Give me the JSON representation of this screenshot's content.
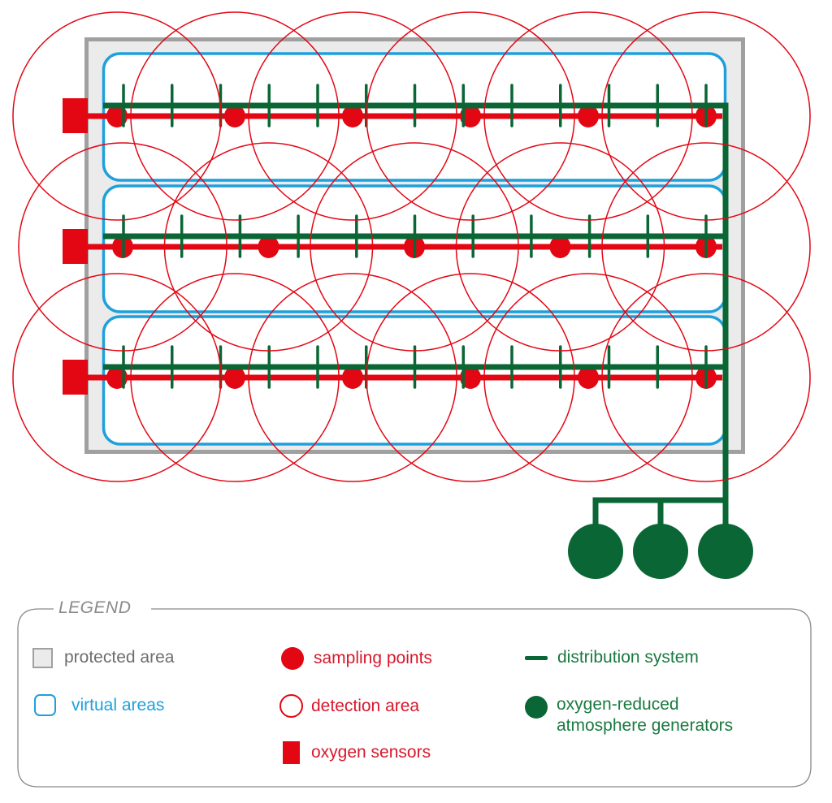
{
  "diagram": {
    "colors": {
      "protected_fill": "#ebebeb",
      "protected_stroke": "#a0a0a0",
      "virtual": "#1ea0dc",
      "red": "#e30613",
      "green": "#0a6634",
      "legend_border": "#8a8a8a"
    },
    "protected_area": {
      "count": 1
    },
    "virtual_areas": {
      "count": 3
    },
    "rows": [
      {
        "name": "row-1",
        "sampling_points": 6,
        "distribution_nozzles": 13,
        "detection_areas": 6,
        "oxygen_sensor": true
      },
      {
        "name": "row-2",
        "sampling_points": 5,
        "distribution_nozzles": 11,
        "detection_areas": 5,
        "oxygen_sensor": true
      },
      {
        "name": "row-3",
        "sampling_points": 6,
        "distribution_nozzles": 13,
        "detection_areas": 6,
        "oxygen_sensor": true
      }
    ],
    "generators": {
      "count": 3
    }
  },
  "legend": {
    "title": "LEGEND",
    "items": [
      {
        "key": "protected",
        "label": "protected area",
        "color": "#6e6e6e"
      },
      {
        "key": "virtual",
        "label": "virtual areas",
        "color": "#1ea0dc"
      },
      {
        "key": "sampling",
        "label": "sampling points",
        "color": "#d7192d"
      },
      {
        "key": "detection",
        "label": "detection area",
        "color": "#d7192d"
      },
      {
        "key": "sensor",
        "label": "oxygen sensors",
        "color": "#d7192d"
      },
      {
        "key": "distribution",
        "label": "distribution system",
        "color": "#1a7a40"
      },
      {
        "key": "generator",
        "label_line1": "oxygen-reduced",
        "label_line2": "atmosphere generators",
        "color": "#1a7a40"
      }
    ]
  }
}
